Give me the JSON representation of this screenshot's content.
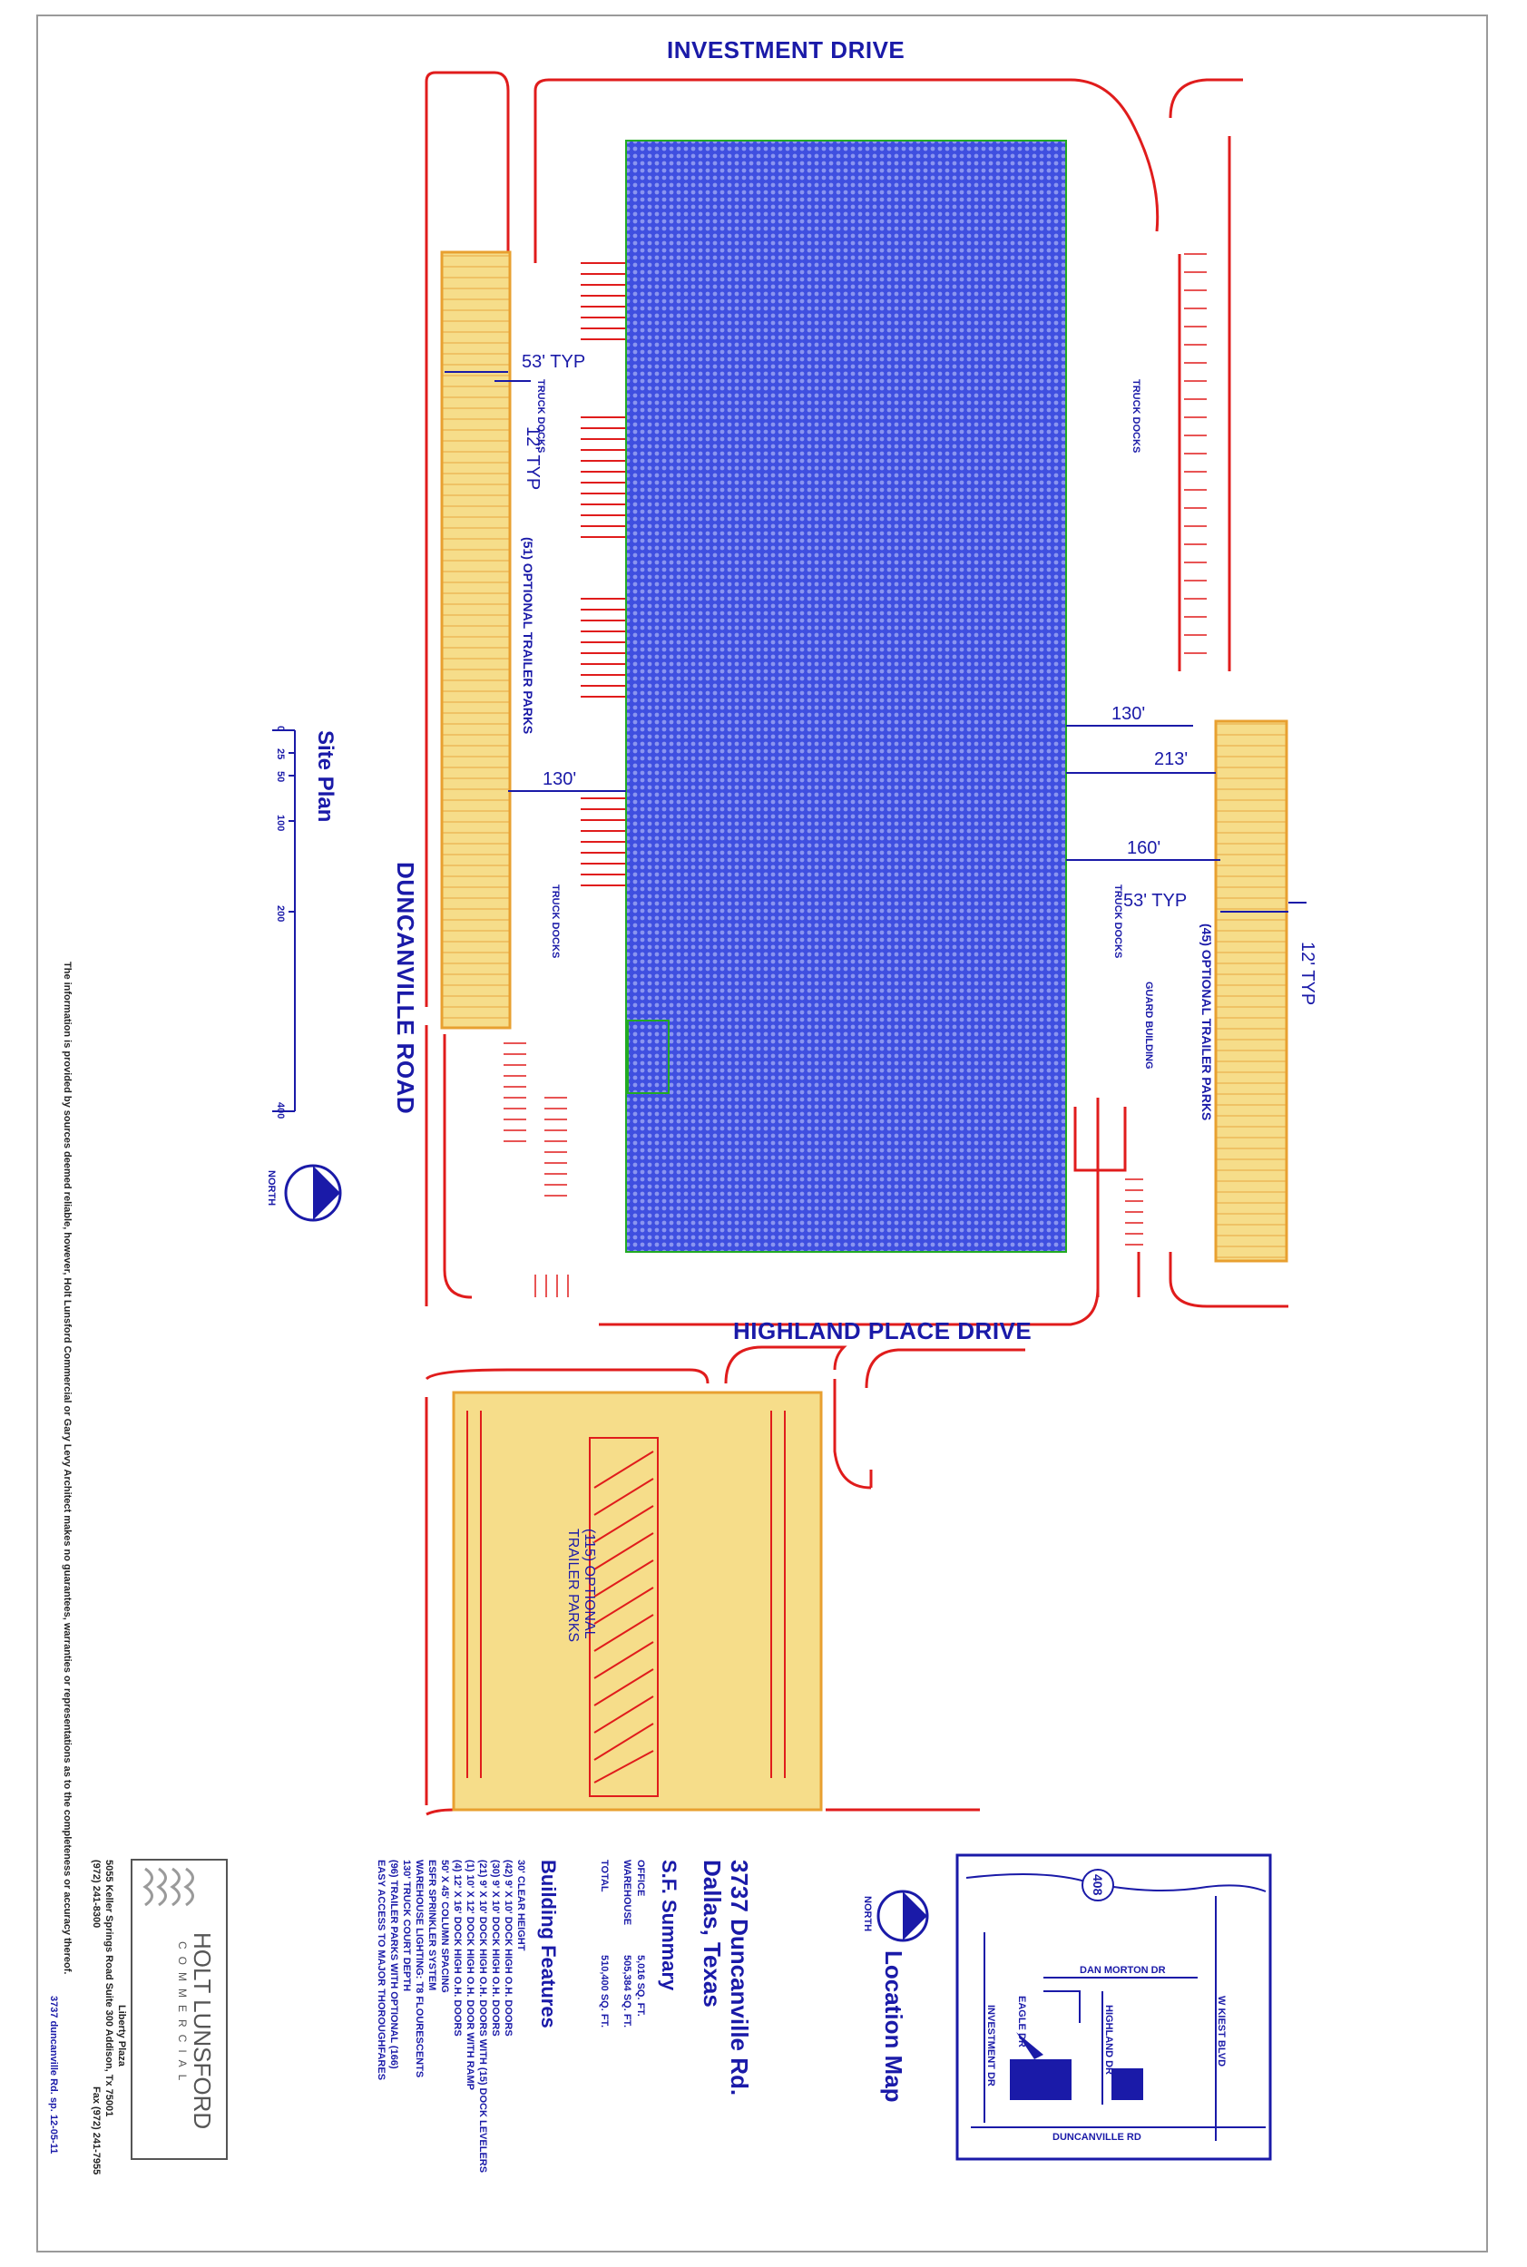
{
  "roads": {
    "investment_drive": "INVESTMENT DRIVE",
    "highland_place_drive": "HIGHLAND PLACE DRIVE",
    "duncanville_road": "DUNCANVILLE ROAD"
  },
  "dimensions": {
    "d53_left": "53' TYP",
    "d12_left": "12' TYP",
    "d130_left": "130'",
    "d130_right": "130'",
    "d213": "213'",
    "d160": "160'",
    "d53_right": "53' TYP",
    "d12_right": "12' TYP"
  },
  "labels": {
    "truck_docks_left_top": "TRUCK DOCKS",
    "truck_docks_left_bottom": "TRUCK DOCKS",
    "truck_docks_right_top": "TRUCK DOCKS",
    "truck_docks_right_bottom": "TRUCK DOCKS",
    "guard_building": "GUARD BUILDING",
    "trailer_left": "(51) OPTIONAL TRAILER PARKS",
    "trailer_right": "(45) OPTIONAL TRAILER PARKS",
    "trailer_south_1": "(115) OPTIONAL",
    "trailer_south_2": "TRAILER PARKS"
  },
  "site_plan": {
    "title": "Site Plan",
    "scale_ticks": [
      "0",
      "25",
      "50",
      "100",
      "200",
      "400"
    ],
    "north": "NORTH"
  },
  "disclaimer": "The information is provided by sources deemed reliable, however, Holt Lunsford Commercial or Gary Levy Architect makes no guarantees, warranties or representations as to the completeness or accuracy thereof.",
  "company": {
    "logo_line1": "HOLT LUNSFORD",
    "logo_line2": "COMMERCIAL",
    "building": "Liberty Plaza",
    "address": "5055 Keller Springs Road   Suite 300   Addison, Tx 75001",
    "phone": "(972) 241-8300",
    "fax": "Fax (972) 241-7955",
    "file_ref": "3737 duncanville Rd. sp. 12-05-11"
  },
  "property": {
    "address_line1": "3737 Duncanville Rd.",
    "address_line2": "Dallas, Texas"
  },
  "sf_summary": {
    "title": "S.F. Summary",
    "rows": [
      {
        "label": "OFFICE",
        "value": "5,016 SQ. FT."
      },
      {
        "label": "WAREHOUSE",
        "value": "505,384 SQ. FT."
      },
      {
        "label": "TOTAL",
        "value": "510,400 SQ. FT."
      }
    ]
  },
  "building_features": {
    "title": "Building Features",
    "items": [
      "30' CLEAR HEIGHT",
      "(42) 9' X 10' DOCK HIGH O.H. DOORS",
      "(30) 9' X 10' DOCK HIGH O.H. DOORS",
      "(21) 9' X 10' DOCK HIGH O.H. DOORS WITH (15) DOCK LEVELERS",
      "(1) 10' X 12' DOCK HIGH O.H. DOOR WITH RAMP",
      "(4) 12' X 16' DOCK HIGH O.H. DOORS",
      "50' X 45' COLUMN SPACING",
      "ESFR SPRINKLER SYSTEM",
      "WAREHOUSE LIGHTING: T8 FLOURESCENTS",
      "130' TRUCK COURT DEPTH",
      "(96) TRAILER PARKS WITH OPTIONAL (166)",
      "EASY ACCESS TO MAJOR THOROUGHFARES"
    ]
  },
  "location_map": {
    "title": "Location Map",
    "north": "NORTH",
    "highway": "408",
    "streets": [
      "DAN MORTON DR",
      "W KIEST BLVD",
      "EAGLE DR",
      "HIGHLAND DR",
      "INVESTMENT DR",
      "DUNCANVILLE RD"
    ]
  },
  "colors": {
    "site_red": "#e01c1c",
    "building_blue": "#2b3fd6",
    "parking_fill": "#f6dd8a",
    "text_blue": "#1a1aa8"
  }
}
